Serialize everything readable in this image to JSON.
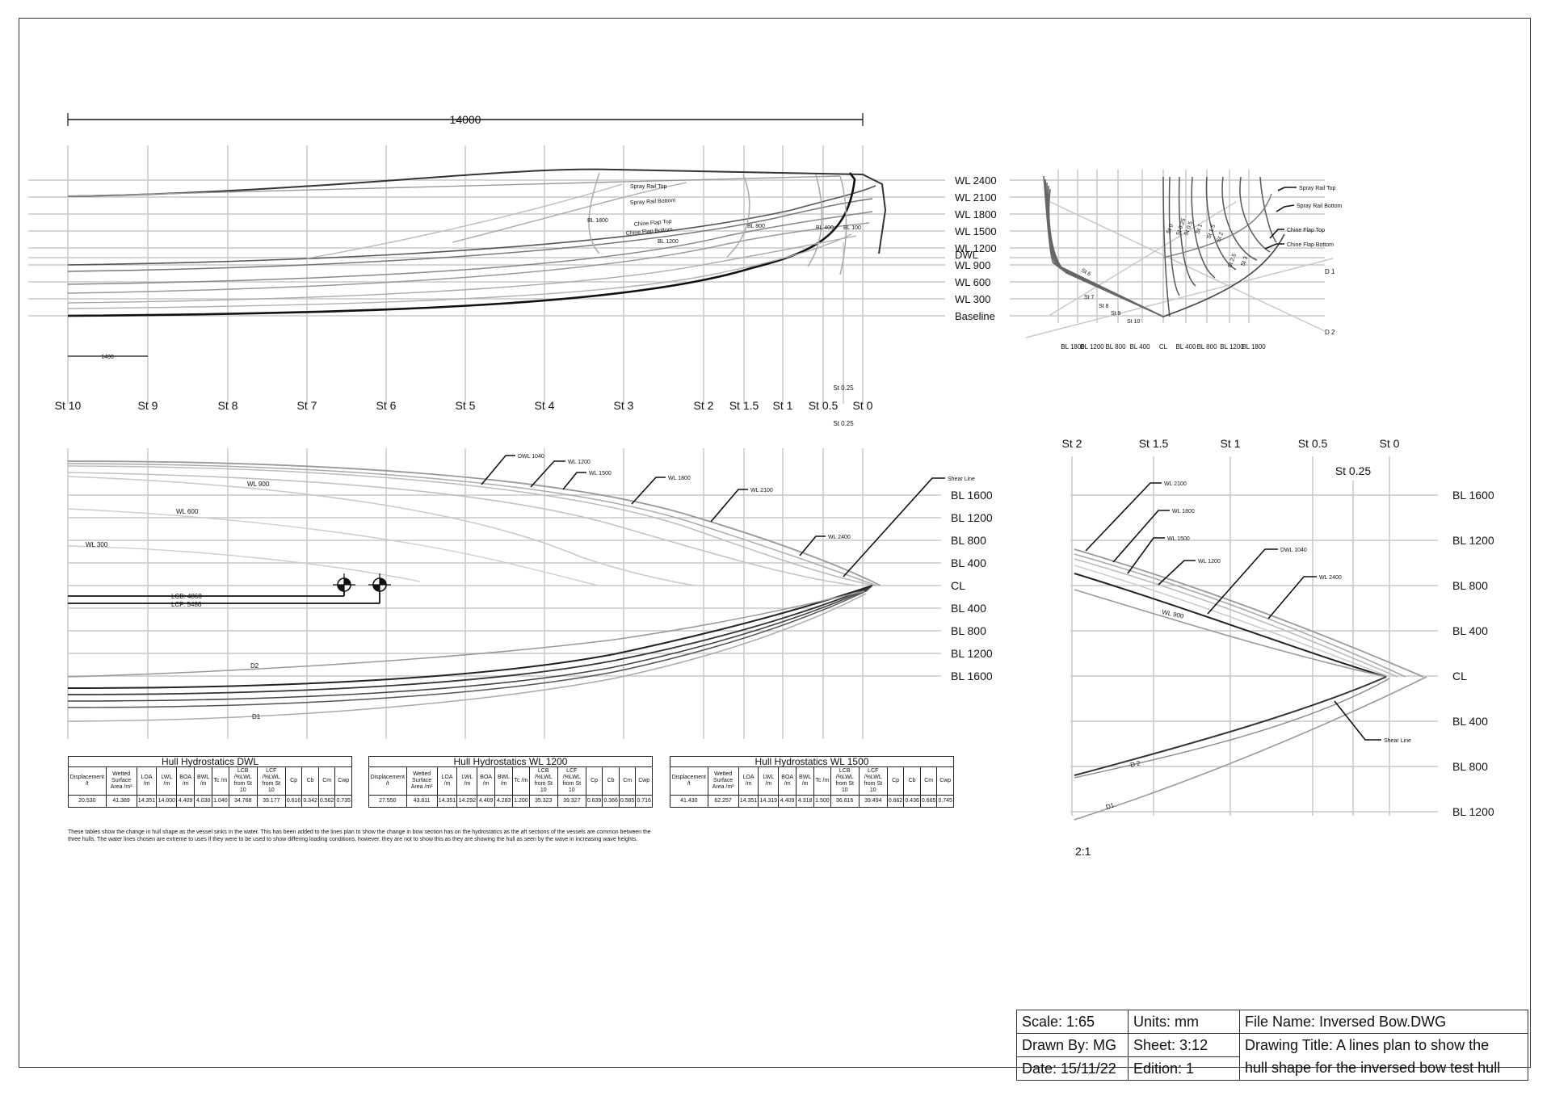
{
  "profile": {
    "overall_dimension": "14000",
    "station_spacing": "1400",
    "waterlines": [
      "WL 2400",
      "WL 2100",
      "WL 1800",
      "WL 1500",
      "WL 1200",
      "DWL",
      "WL 900",
      "WL 600",
      "WL 300",
      "Baseline"
    ],
    "curve_labels": [
      "Spray Rail Top",
      "Spray Rail Bottom",
      "Chine Flap Top",
      "Chine Flap Bottom",
      "BL 1800",
      "BL 1200",
      "BL 800",
      "BL 400",
      "BL 100"
    ]
  },
  "stations": [
    "St 10",
    "St 9",
    "St 8",
    "St 7",
    "St 6",
    "St 5",
    "St 4",
    "St 3",
    "St 2",
    "St 1.5",
    "St 1",
    "St 0.5",
    "St 0"
  ],
  "st025_label": "St 0.25",
  "body_plan": {
    "aft_buttocks": [
      "BL 1800",
      "BL 1200",
      "BL 800",
      "BL 400"
    ],
    "centre": "CL",
    "fwd_buttocks": [
      "BL 400",
      "BL 800",
      "BL 1200",
      "BL 1800"
    ],
    "aft_stations": [
      "St 6",
      "St 7",
      "St 8",
      "St 9",
      "St 10"
    ],
    "fwd_stations": [
      "St 0",
      "St 0.25",
      "St 0.5",
      "St 1",
      "St 1.5",
      "St 2",
      "St 2.5",
      "St 3"
    ],
    "feature_labels": [
      "Spray Rail Top",
      "Spray Rail Bottom",
      "Chine Flap Top",
      "Chine Flap Bottom"
    ],
    "diagonals": [
      "D 1",
      "D 2"
    ]
  },
  "plan": {
    "buttocks": [
      "BL 1600",
      "BL 1200",
      "BL 800",
      "BL 400",
      "CL",
      "BL 400",
      "BL 800",
      "BL 1200",
      "BL 1600"
    ],
    "waterline_labels": [
      "DWL 1040",
      "WL 1200",
      "WL 1500",
      "WL 1800",
      "WL 2100",
      "WL 2400",
      "Shear Line"
    ],
    "inner_labels": [
      "WL 900",
      "WL 600",
      "WL 300",
      "D2",
      "D1"
    ],
    "lcb": "LCB: 4868",
    "lcf": "LCF: 5486"
  },
  "detail": {
    "stations": [
      "St 2",
      "St 1.5",
      "St 1",
      "St 0.5",
      "St 0"
    ],
    "st025": "St 0.25",
    "buttocks": [
      "BL 1600",
      "BL 1200",
      "BL 800",
      "BL 400",
      "CL",
      "BL 400",
      "BL 800",
      "BL 1200"
    ],
    "labels": [
      "WL 2100",
      "WL 1800",
      "WL 1500",
      "WL 1200",
      "DWL 1040",
      "WL 2400",
      "WL 900",
      "Shear Line",
      "D 2",
      "D1"
    ],
    "scale": "2:1"
  },
  "hydro_headers": [
    "Displacement /t",
    "Wetted Surface Area /m²",
    "LOA /m",
    "LWL /m",
    "BOA /m",
    "BWL /m",
    "Tc /m",
    "LCB /%LWL from St 10",
    "LCF /%LWL from St 10",
    "Cp",
    "Cb",
    "Cm",
    "Cwp"
  ],
  "hydro_tables": [
    {
      "title": "Hull Hydrostatics DWL",
      "values": [
        "20.530",
        "41.389",
        "14.351",
        "14.000",
        "4.409",
        "4.030",
        "1.040",
        "34.768",
        "39.177",
        "0.616",
        "0.342",
        "0.562",
        "0.735"
      ]
    },
    {
      "title": "Hull Hydrostatics WL 1200",
      "values": [
        "27.550",
        "43.811",
        "14.351",
        "14.292",
        "4.409",
        "4.283",
        "1.200",
        "35.323",
        "39.327",
        "0.639",
        "0.366",
        "0.585",
        "0.716"
      ]
    },
    {
      "title": "Hull Hydrostatics WL 1500",
      "values": [
        "41.430",
        "62.257",
        "14.351",
        "14.319",
        "4.409",
        "4.318",
        "1.500",
        "36.616",
        "39.494",
        "0.662",
        "0.436",
        "0.665",
        "0.745"
      ]
    }
  ],
  "note": "These tables show the change in hull shape as the vessel sinks in the water. This has been added to the lines plan to show the change in bow section has on the hydrostatics as the aft sections of the vessels are common between the three hulls. The water lines chosen are extreme to uses if they were to be used to show differing loading conditions, however, they are not to show this as they are showing the hull as seen by the wave in increasing wave heights.",
  "title_block": {
    "scale": "Scale: 1:65",
    "units": "Units: mm",
    "file_name": "File Name: Inversed Bow.DWG",
    "drawn_by": "Drawn By: MG",
    "sheet": "Sheet: 3:12",
    "drawing_title_1": "Drawing Title: A lines plan to show the",
    "date": "Date: 15/11/22",
    "edition": "Edition: 1",
    "drawing_title_2": "hull shape for the inversed bow test hull"
  }
}
